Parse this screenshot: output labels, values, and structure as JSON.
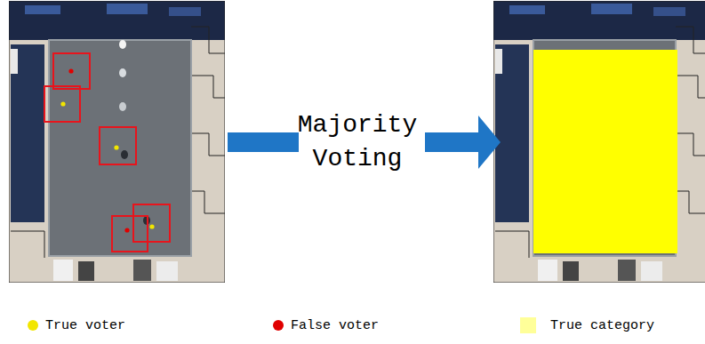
{
  "diagram": {
    "labels": [
      "Majority Voting"
    ],
    "legend": [
      {
        "text": "True voter",
        "color": "#f2e600"
      },
      {
        "text": "False voter",
        "color": "#e00000"
      },
      {
        "text": "True category",
        "color": "#ffff99"
      }
    ]
  }
}
